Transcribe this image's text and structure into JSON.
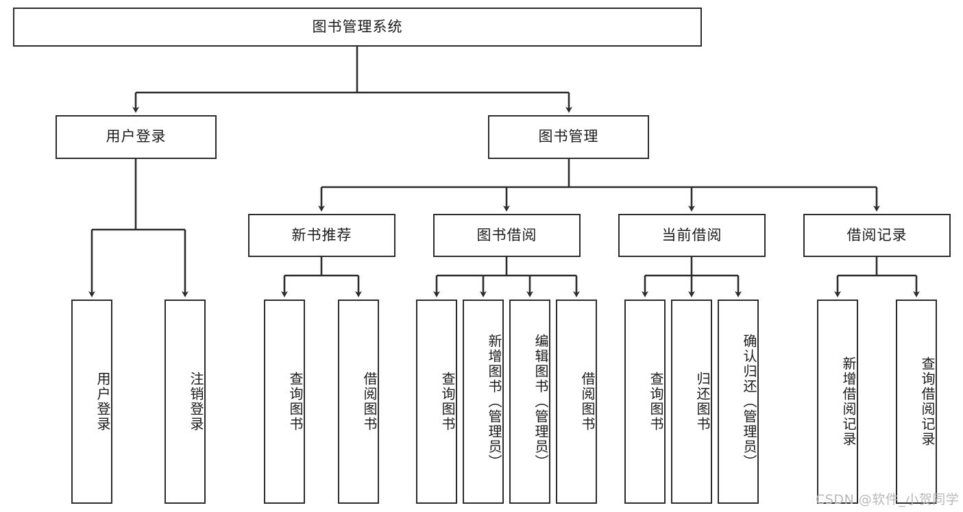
{
  "diagram": {
    "type": "tree-hierarchy-chart",
    "title": "图书管理系统",
    "root": {
      "id": "root",
      "label": "图书管理系统"
    },
    "level2": [
      {
        "id": "user-login",
        "label": "用户登录"
      },
      {
        "id": "book-management",
        "label": "图书管理"
      }
    ],
    "level3": [
      {
        "id": "new-book-recommend",
        "label": "新书推荐",
        "parent": "book-management"
      },
      {
        "id": "book-borrow",
        "label": "图书借阅",
        "parent": "book-management"
      },
      {
        "id": "current-borrow",
        "label": "当前借阅",
        "parent": "book-management"
      },
      {
        "id": "borrow-record",
        "label": "借阅记录",
        "parent": "book-management"
      }
    ],
    "leaves": [
      {
        "id": "leaf-user-login",
        "label": "用户登录",
        "parent": "user-login"
      },
      {
        "id": "leaf-logout-login",
        "label": "注销登录",
        "parent": "user-login"
      },
      {
        "id": "leaf-query-book-1",
        "label": "查询图书",
        "parent": "new-book-recommend"
      },
      {
        "id": "leaf-borrow-book-1",
        "label": "借阅图书",
        "parent": "new-book-recommend"
      },
      {
        "id": "leaf-query-book-2",
        "label": "查询图书",
        "parent": "book-borrow"
      },
      {
        "id": "leaf-add-book",
        "label": "新增图书（管理员）",
        "parent": "book-borrow"
      },
      {
        "id": "leaf-edit-book",
        "label": "编辑图书（管理员）",
        "parent": "book-borrow"
      },
      {
        "id": "leaf-borrow-book-2",
        "label": "借阅图书",
        "parent": "book-borrow"
      },
      {
        "id": "leaf-query-book-3",
        "label": "查询图书",
        "parent": "current-borrow"
      },
      {
        "id": "leaf-return-book",
        "label": "归还图书",
        "parent": "current-borrow"
      },
      {
        "id": "leaf-confirm-return",
        "label": "确认归还（管理员）",
        "parent": "current-borrow"
      },
      {
        "id": "leaf-add-borrow-record",
        "label": "新增借阅记录",
        "parent": "borrow-record"
      },
      {
        "id": "leaf-query-borrow-record",
        "label": "查询借阅记录",
        "parent": "borrow-record"
      }
    ],
    "colors": {
      "stroke": "#2b2b2b",
      "fill": "#ffffff",
      "text": "#1b1b1b",
      "watermark": "#b9b9b9"
    }
  },
  "watermark": {
    "text": "CSDN @软件_小贺同学"
  }
}
